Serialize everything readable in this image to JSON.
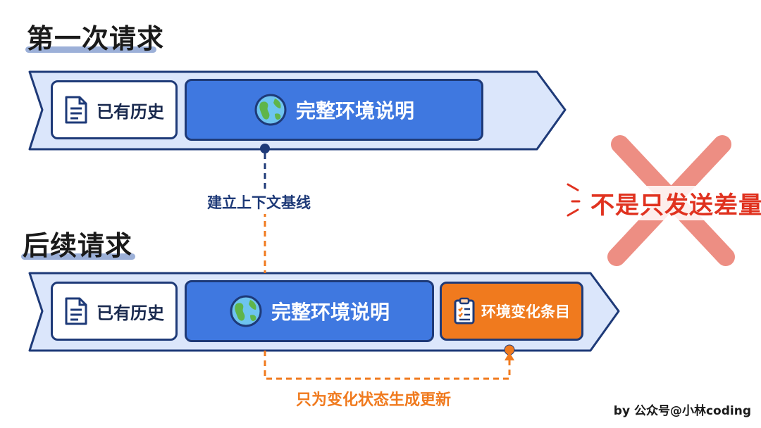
{
  "sections": {
    "first": {
      "title": "第一次请求",
      "history_label": "已有历史",
      "env_label": "完整环境说明"
    },
    "later": {
      "title": "后续请求",
      "history_label": "已有历史",
      "env_label": "完整环境说明",
      "change_label": "环境变化条目"
    }
  },
  "annotations": {
    "baseline": "建立上下文基线",
    "change_only": "只为变化状态生成更新",
    "not_diff": "不是只发送差量"
  },
  "credit": "by 公众号@小林coding",
  "icons": {
    "history": "document-icon",
    "env": "globe-icon",
    "change": "clipboard-checklist-icon",
    "cross": "red-x-icon"
  },
  "colors": {
    "navy": "#1e3a78",
    "env_blue": "#3f78e0",
    "arrow_fill": "#dbe6fb",
    "orange": "#f07a1e",
    "red": "#e0321f"
  }
}
